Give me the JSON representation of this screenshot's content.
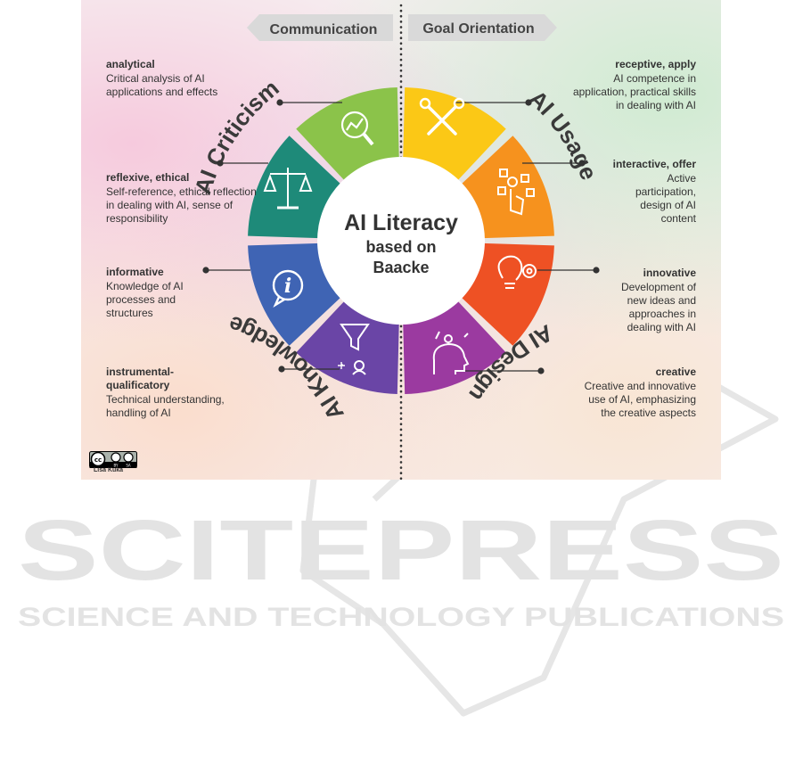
{
  "header": {
    "left_tag": "Communication",
    "right_tag": "Goal Orientation"
  },
  "center": {
    "title": "AI Literacy",
    "line2": "based on",
    "line3": "Baacke"
  },
  "arc_labels": {
    "top_left": "AI Criticism",
    "top_right": "AI Usage",
    "bottom_left": "AI Knowledge",
    "bottom_right": "AI Design"
  },
  "segments": [
    {
      "id": "analytical",
      "color": "#8bc34a",
      "icon": "magnifier-chart-icon",
      "heading": "analytical",
      "body": "Critical analysis of AI applications and effects"
    },
    {
      "id": "reflexive",
      "color": "#1e8a79",
      "icon": "scales-icon",
      "heading": "reflexive, ethical",
      "body": "Self-reference, ethical reflection in dealing with AI, sense of responsibility"
    },
    {
      "id": "informative",
      "color": "#3f64b4",
      "icon": "info-bubble-icon",
      "heading": "informative",
      "body": "Knowledge of AI processes and structures"
    },
    {
      "id": "instrumental",
      "color": "#6a45a6",
      "icon": "funnel-icon",
      "heading": "instrumental-qualificatory",
      "body": "Technical understanding, handling of AI"
    },
    {
      "id": "receptive",
      "color": "#fbc816",
      "icon": "tools-icon",
      "heading": "receptive, apply",
      "body": "AI competence in application, practical skills in dealing with AI"
    },
    {
      "id": "interactive",
      "color": "#f6921e",
      "icon": "touch-icon",
      "heading": "interactive, offer",
      "body": "Active participation, design of AI content"
    },
    {
      "id": "innovative",
      "color": "#ee5124",
      "icon": "lightbulb-gear-icon",
      "heading": "innovative",
      "body": "Development of new ideas and approaches in dealing with AI"
    },
    {
      "id": "creative",
      "color": "#9b3aa0",
      "icon": "head-ideas-icon",
      "heading": "creative",
      "body": "Creative and innovative use of AI, emphasizing the creative aspects"
    }
  ],
  "license": {
    "badge": "cc-by-sa-icon",
    "author": "Lisa Kuka"
  },
  "watermark": {
    "title": "SCITEPRESS",
    "subtitle": "SCIENCE AND TECHNOLOGY PUBLICATIONS"
  }
}
